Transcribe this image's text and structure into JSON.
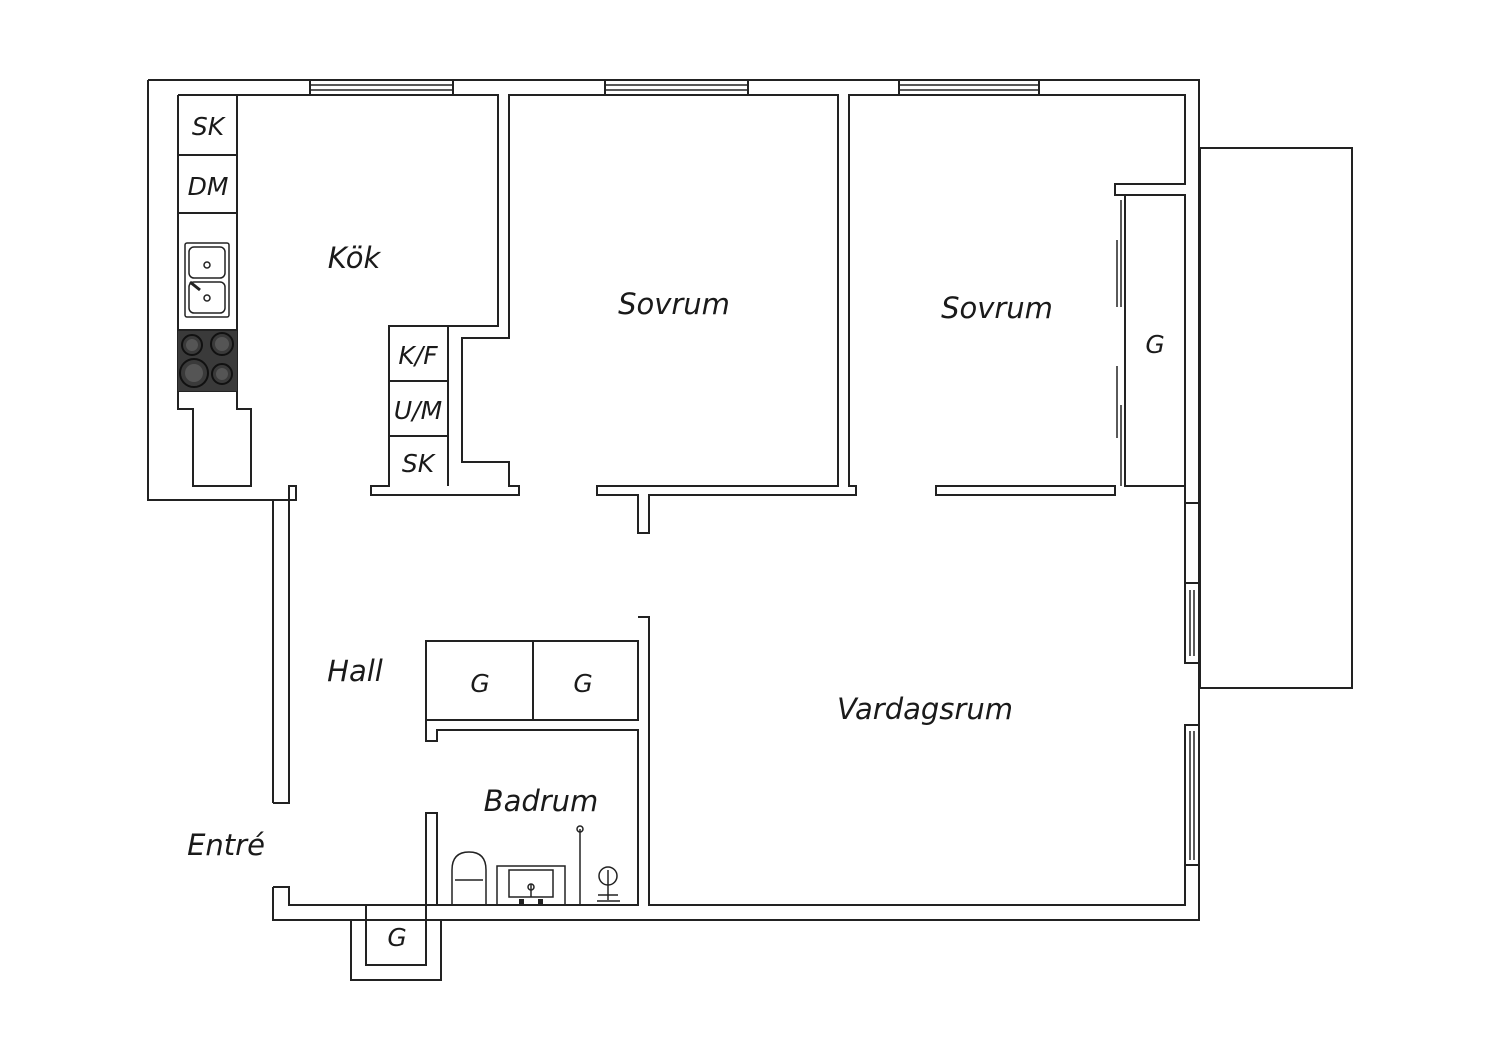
{
  "rooms": {
    "kok": "Kök",
    "sovrum_1": "Sovrum",
    "sovrum_2": "Sovrum",
    "hall": "Hall",
    "vardagsrum": "Vardagsrum",
    "badrum": "Badrum",
    "entre": "Entré"
  },
  "fixtures": {
    "kitchen_sk_top": "SK",
    "dishwasher": "DM",
    "fridge_freezer": "K/F",
    "oven_micro": "U/M",
    "kitchen_sk_bottom": "SK",
    "closet_bedroom": "G",
    "closet_hall_1": "G",
    "closet_hall_2": "G",
    "closet_entry": "G"
  },
  "colors": {
    "wall": "#222222",
    "stove": "#3a3a3a",
    "background": "#ffffff"
  }
}
